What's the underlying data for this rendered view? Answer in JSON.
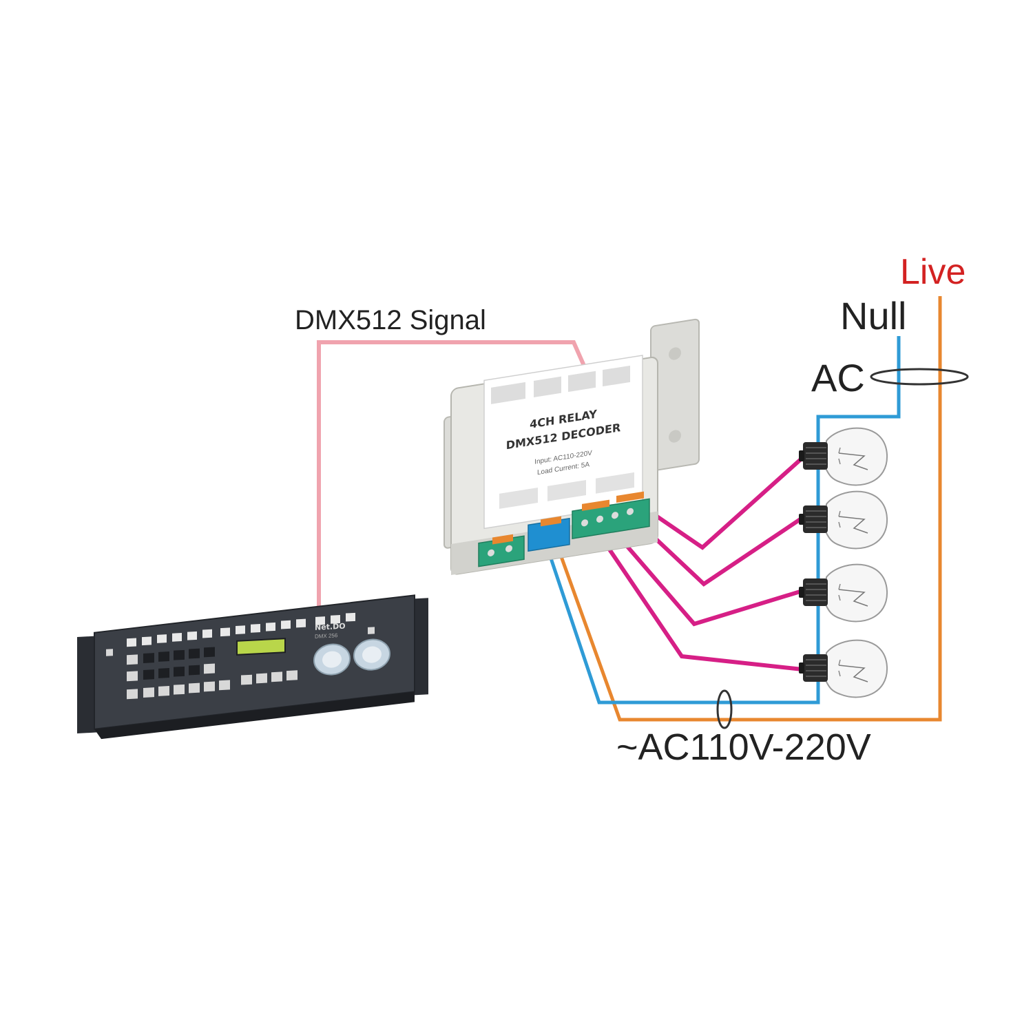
{
  "labels": {
    "signal": "DMX512 Signal",
    "live": "Live",
    "null": "Null",
    "ac": "AC",
    "supply": "~AC110V-220V"
  },
  "decoder": {
    "line1": "4CH RELAY",
    "line2": "DMX512 DECODER",
    "spec1": "Input: AC110-220V",
    "spec2": "Load Current: 5A"
  },
  "console": {
    "brand": "Net.DO",
    "model": "DMX 256"
  },
  "lamp_count": 4,
  "colors": {
    "signal": "#f0a3ae",
    "live": "#e8872f",
    "null": "#2f9bd6",
    "load": "#d61f86",
    "live_text": "#d32222",
    "text": "#222222"
  }
}
